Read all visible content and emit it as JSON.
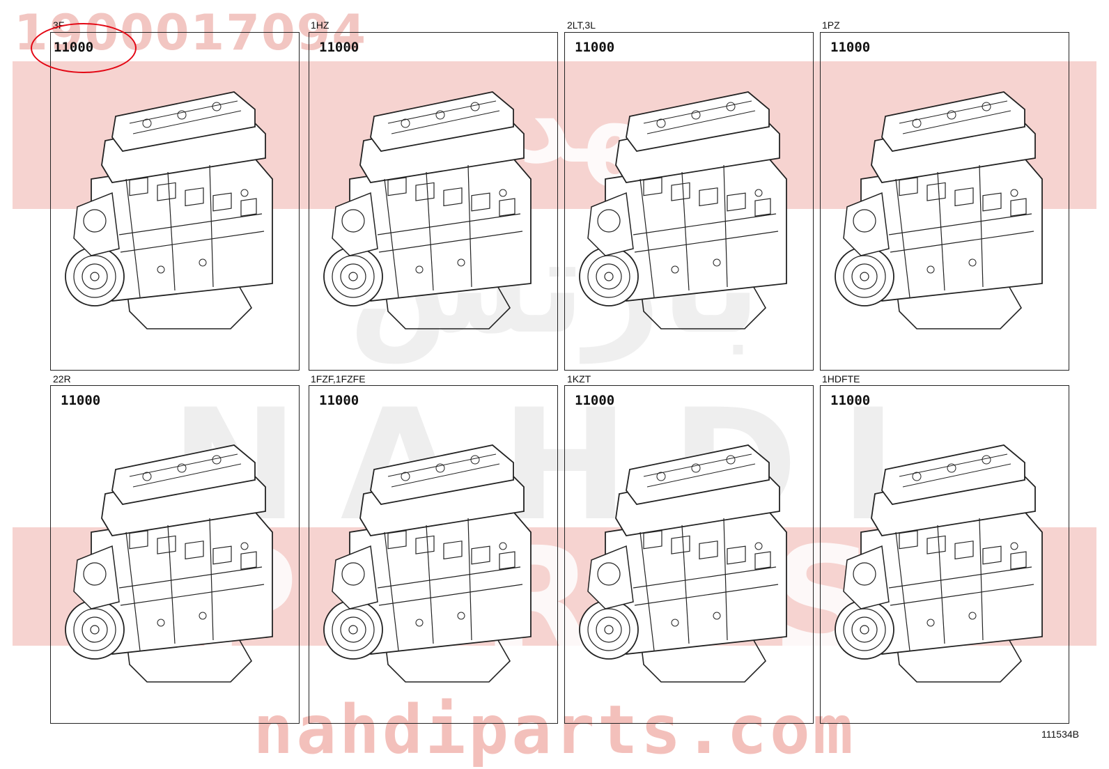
{
  "watermark": {
    "part_number": "1900017094",
    "brand_arabic": "نهدي",
    "brand_arabic_sub": "بارتس",
    "brand_latin_top": "NAHDI",
    "brand_latin_band": "PARTS",
    "site": "nahdiparts.com",
    "band_color": "#f6d3d0"
  },
  "highlight": {
    "color": "#e30613"
  },
  "panels": [
    {
      "engine": "3F",
      "code": "11000"
    },
    {
      "engine": "1HZ",
      "code": "11000"
    },
    {
      "engine": "2LT,3L",
      "code": "11000"
    },
    {
      "engine": "1PZ",
      "code": "11000"
    },
    {
      "engine": "22R",
      "code": "11000"
    },
    {
      "engine": "1FZF,1FZFE",
      "code": "11000"
    },
    {
      "engine": "1KZT",
      "code": "11000"
    },
    {
      "engine": "1HDFTE",
      "code": "11000"
    }
  ],
  "diagram_ref": "111534B"
}
